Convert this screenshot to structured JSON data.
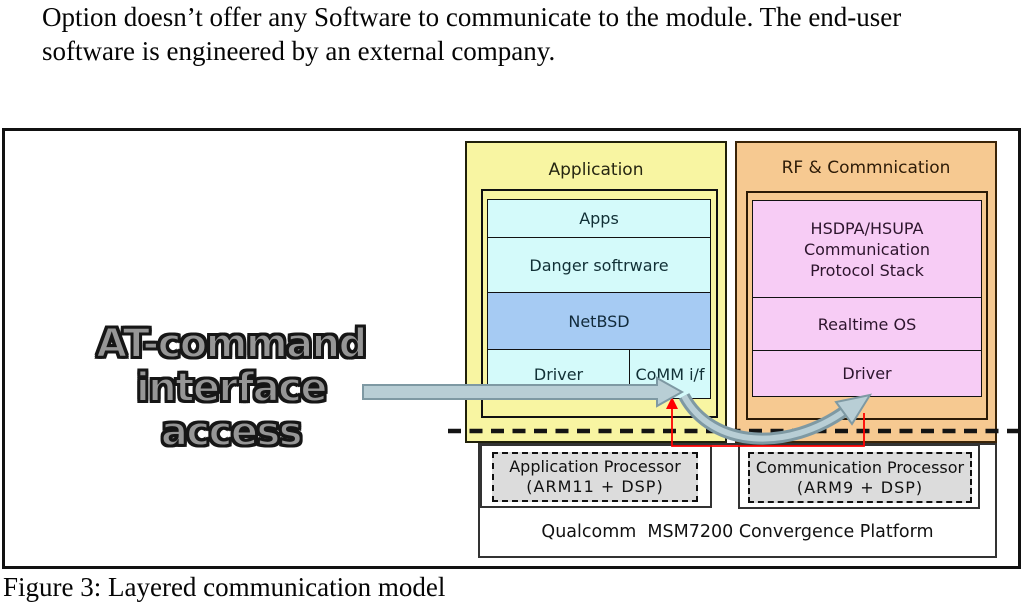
{
  "page": {
    "intro_lines": [
      "Option doesn’t offer any Software to communicate to the module. The end-user",
      "software is engineered by an external company."
    ],
    "caption": "Figure 3: Layered communication model"
  },
  "figure": {
    "at_command_label_lines": [
      "AT-command interface",
      "access"
    ],
    "application_panel": {
      "title": "Application",
      "layers": [
        "Apps",
        "Danger softrware",
        "NetBSD"
      ],
      "driver_label": "Driver",
      "comm_if_label": "CoMM i/f"
    },
    "rf_panel": {
      "title": "RF & Commnication",
      "protocol_stack_lines": [
        "HSDPA/HSUPA",
        "Communication",
        "Protocol Stack"
      ],
      "layers": [
        "Realtime OS",
        "Driver"
      ]
    },
    "platform": {
      "label": "Qualcomm  MSM7200 Convergence Platform",
      "processors": [
        {
          "name": "Application Processor",
          "chip": "(ARM11 + DSP)"
        },
        {
          "name": "Communication Processor",
          "chip": "(ARM9 + DSP)"
        }
      ]
    },
    "colors": {
      "panel_yellow": "#F8F5A2",
      "panel_orange": "#F6C991",
      "box_cyan": "#D4FAFA",
      "box_blue": "#A6CBF3",
      "box_pink": "#F7CCF5",
      "box_gray": "#DCDCDC",
      "arrow_fill": "#B8CED5",
      "arrow_stroke": "#7E99A3",
      "red_line": "#FF0000",
      "wordart_gray": "#969696"
    }
  }
}
